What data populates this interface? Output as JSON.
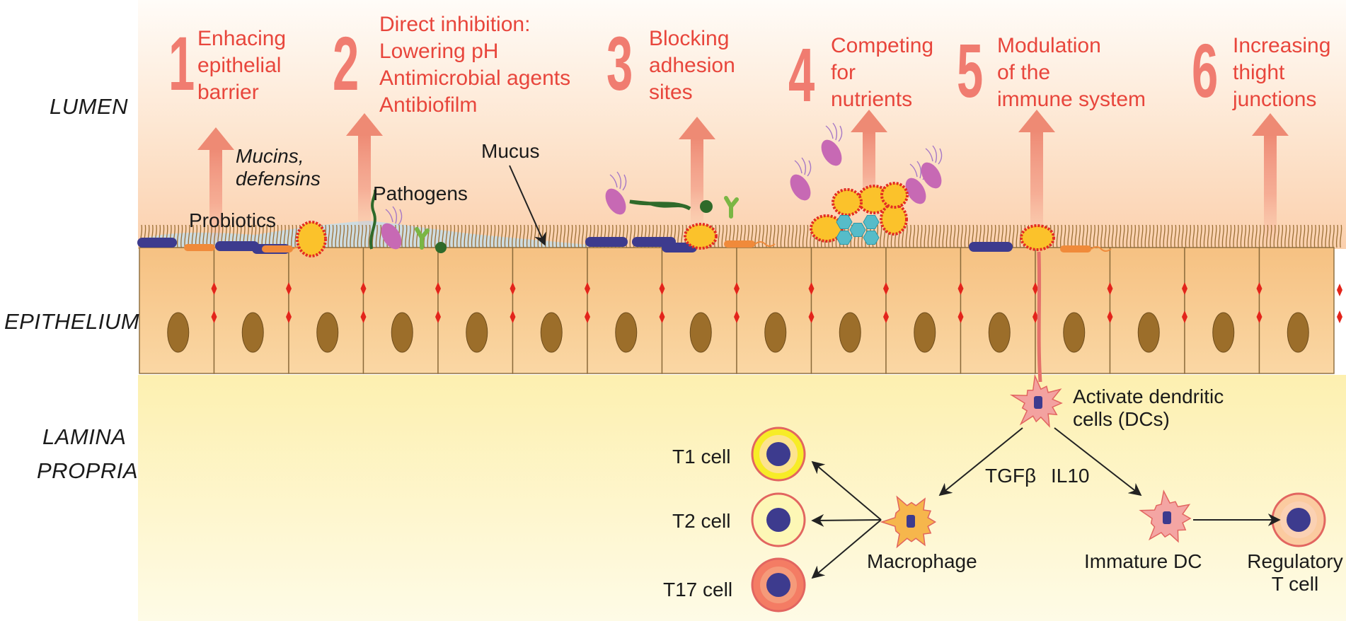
{
  "zones": {
    "lumen": "LUMEN",
    "epithelium": "EPITHELIUM",
    "lamina_line1": "LAMINA",
    "lamina_line2": "PROPRIA"
  },
  "mechanisms": [
    {
      "number": "1",
      "text": "Enhacing\nepithelial\nbarrier"
    },
    {
      "number": "2",
      "text": "Direct inhibition:\nLowering pH\nAntimicrobial agents\nAntibiofilm"
    },
    {
      "number": "3",
      "text": "Blocking\nadhesion\nsites"
    },
    {
      "number": "4",
      "text": "Competing\nfor\nnutrients"
    },
    {
      "number": "5",
      "text": "Modulation\nof the\nimmune system"
    },
    {
      "number": "6",
      "text": "Increasing\nthight\njunctions"
    }
  ],
  "lumen_labels": {
    "mucins": "Mucins,\ndefensins",
    "probiotics": "Probiotics",
    "pathogens": "Pathogens",
    "mucus": "Mucus"
  },
  "immune": {
    "dc": "Activate dendritic\ncells (DCs)",
    "tgfb": "TGFβ",
    "il10": "IL10",
    "macrophage": "Macrophage",
    "immature_dc": "Immature DC",
    "treg": "Regulatory\nT cell",
    "t1": "T1 cell",
    "t2": "T2 cell",
    "t17": "T17 cell"
  },
  "colors": {
    "mechanism_text": "#e8463c",
    "mechanism_number": "#f07c70",
    "lumen_top": "#fefaf4",
    "lumen_bottom": "#fbd3b4",
    "lamina": "#fdf3bd",
    "cell_fill": "#f8c98a",
    "nucleus": "#9c6e2a",
    "tight_junction": "#e3241b",
    "probiotic_fill": "#fbc22b",
    "probiotic_ring": "#e32c22",
    "pathogen": "#c769b4",
    "dark_bacteria": "#3d3b8e"
  }
}
